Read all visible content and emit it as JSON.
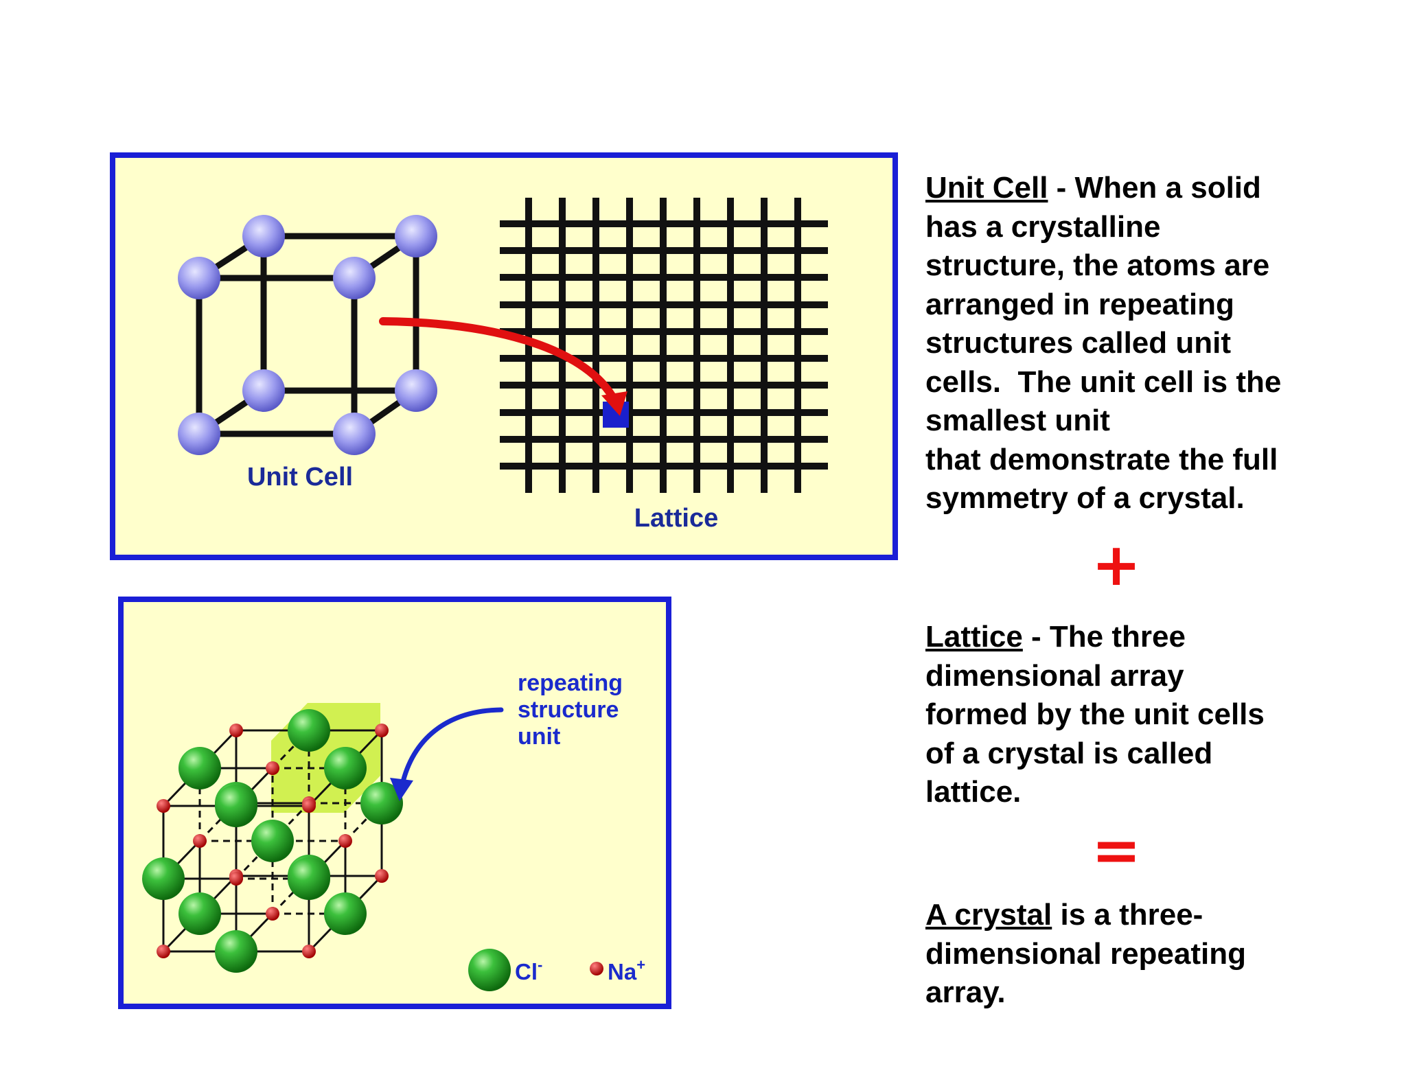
{
  "colors": {
    "panel_background": "#ffffcc",
    "panel_border": "#1a1fd6",
    "label_text": "#1a2a99",
    "arrow_red": "#e01010",
    "arrow_blue": "#1a2acc",
    "atom_blue": "#8a8ae6",
    "cl_green": "#2ca02c",
    "na_red": "#cc1010",
    "highlight_cube": "#ccee44",
    "operator_red": "#ee1111"
  },
  "top_figure": {
    "unit_cell_label": "Unit Cell",
    "lattice_label": "Lattice"
  },
  "bottom_figure": {
    "annotation_lines": [
      "repeating",
      "structure",
      "unit"
    ],
    "legend": {
      "cl_symbol": "Cl",
      "cl_charge": "-",
      "na_symbol": "Na",
      "na_charge": "+"
    }
  },
  "text": {
    "unit_cell": {
      "term": "Unit Cell",
      "lines": [
        " - When a solid",
        "has a crystalline",
        "structure, the atoms are",
        "arranged in repeating",
        "structures called unit",
        "cells.  The unit cell is the",
        "smallest unit",
        "that demonstrate the full",
        "symmetry of a crystal."
      ]
    },
    "plus": "+",
    "lattice": {
      "term": "Lattice",
      "lines": [
        " - The three",
        "dimensional array",
        "formed by the unit cells",
        "of a crystal is called",
        "lattice."
      ]
    },
    "equals": "=",
    "crystal": {
      "term": "A crystal",
      "lines": [
        " is a three-",
        "dimensional repeating",
        "array."
      ]
    }
  }
}
